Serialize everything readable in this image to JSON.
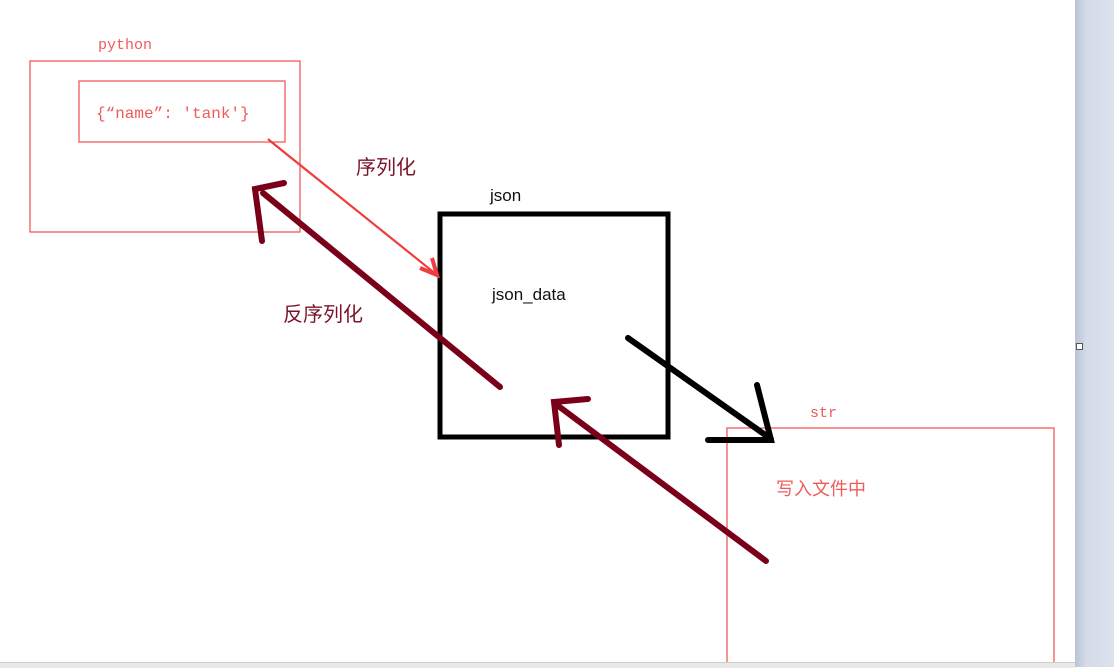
{
  "python_box": {
    "label": "python",
    "dict_text": "{“name”: 'tank'}"
  },
  "json_box": {
    "label": "json",
    "content": "json_data"
  },
  "str_box": {
    "label": "str",
    "content": "写入文件中"
  },
  "arrows": {
    "serialize_label": "序列化",
    "deserialize_label": "反序列化"
  },
  "colors": {
    "box_red": "#f05a5a",
    "dark_red": "#7a0019",
    "arrow_red": "#f03c3c",
    "black": "#000000"
  }
}
